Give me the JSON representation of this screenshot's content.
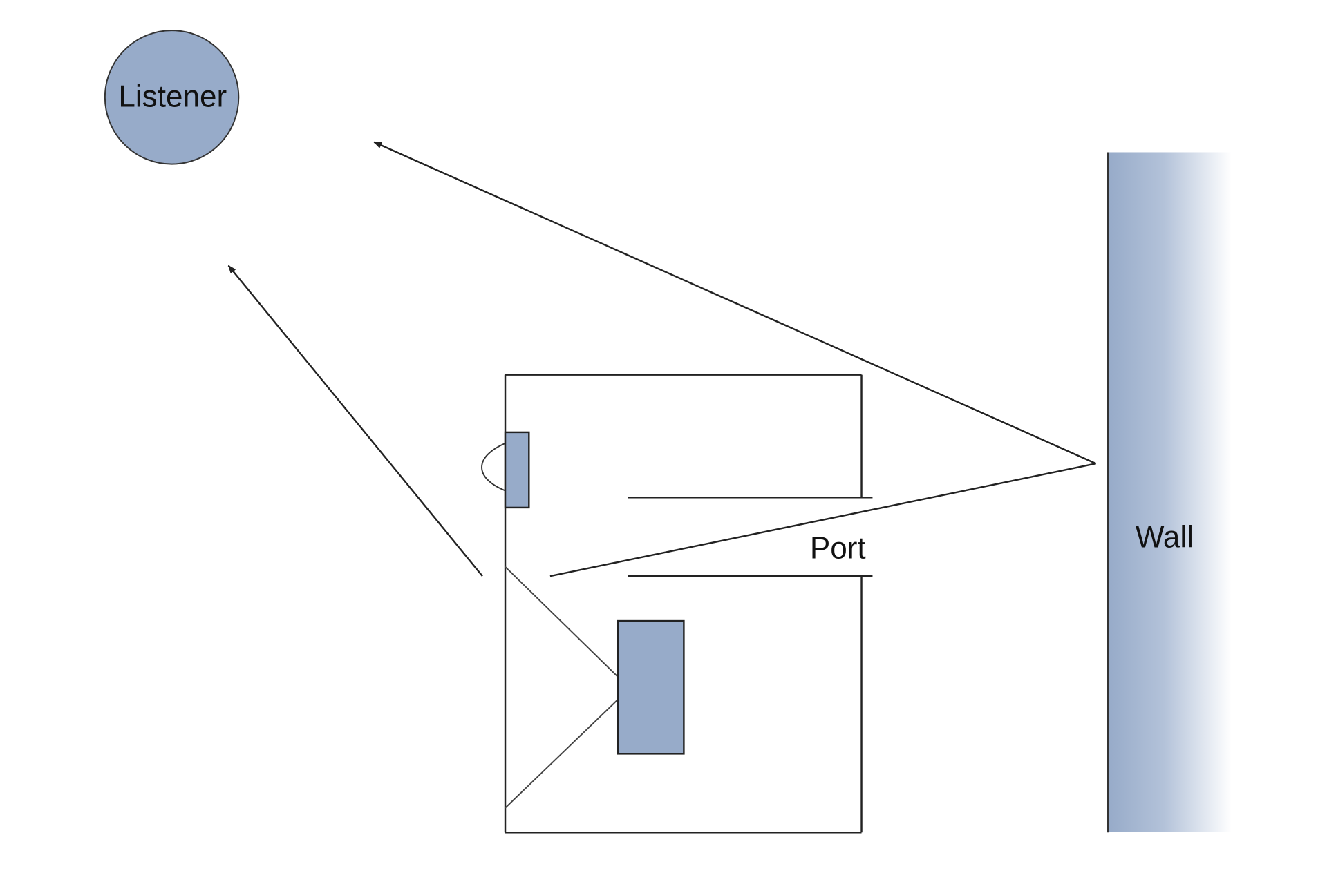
{
  "labels": {
    "listener": "Listener",
    "port": "Port",
    "wall": "Wall"
  },
  "colors": {
    "fill": "#97abc9",
    "stroke": "#222222"
  }
}
